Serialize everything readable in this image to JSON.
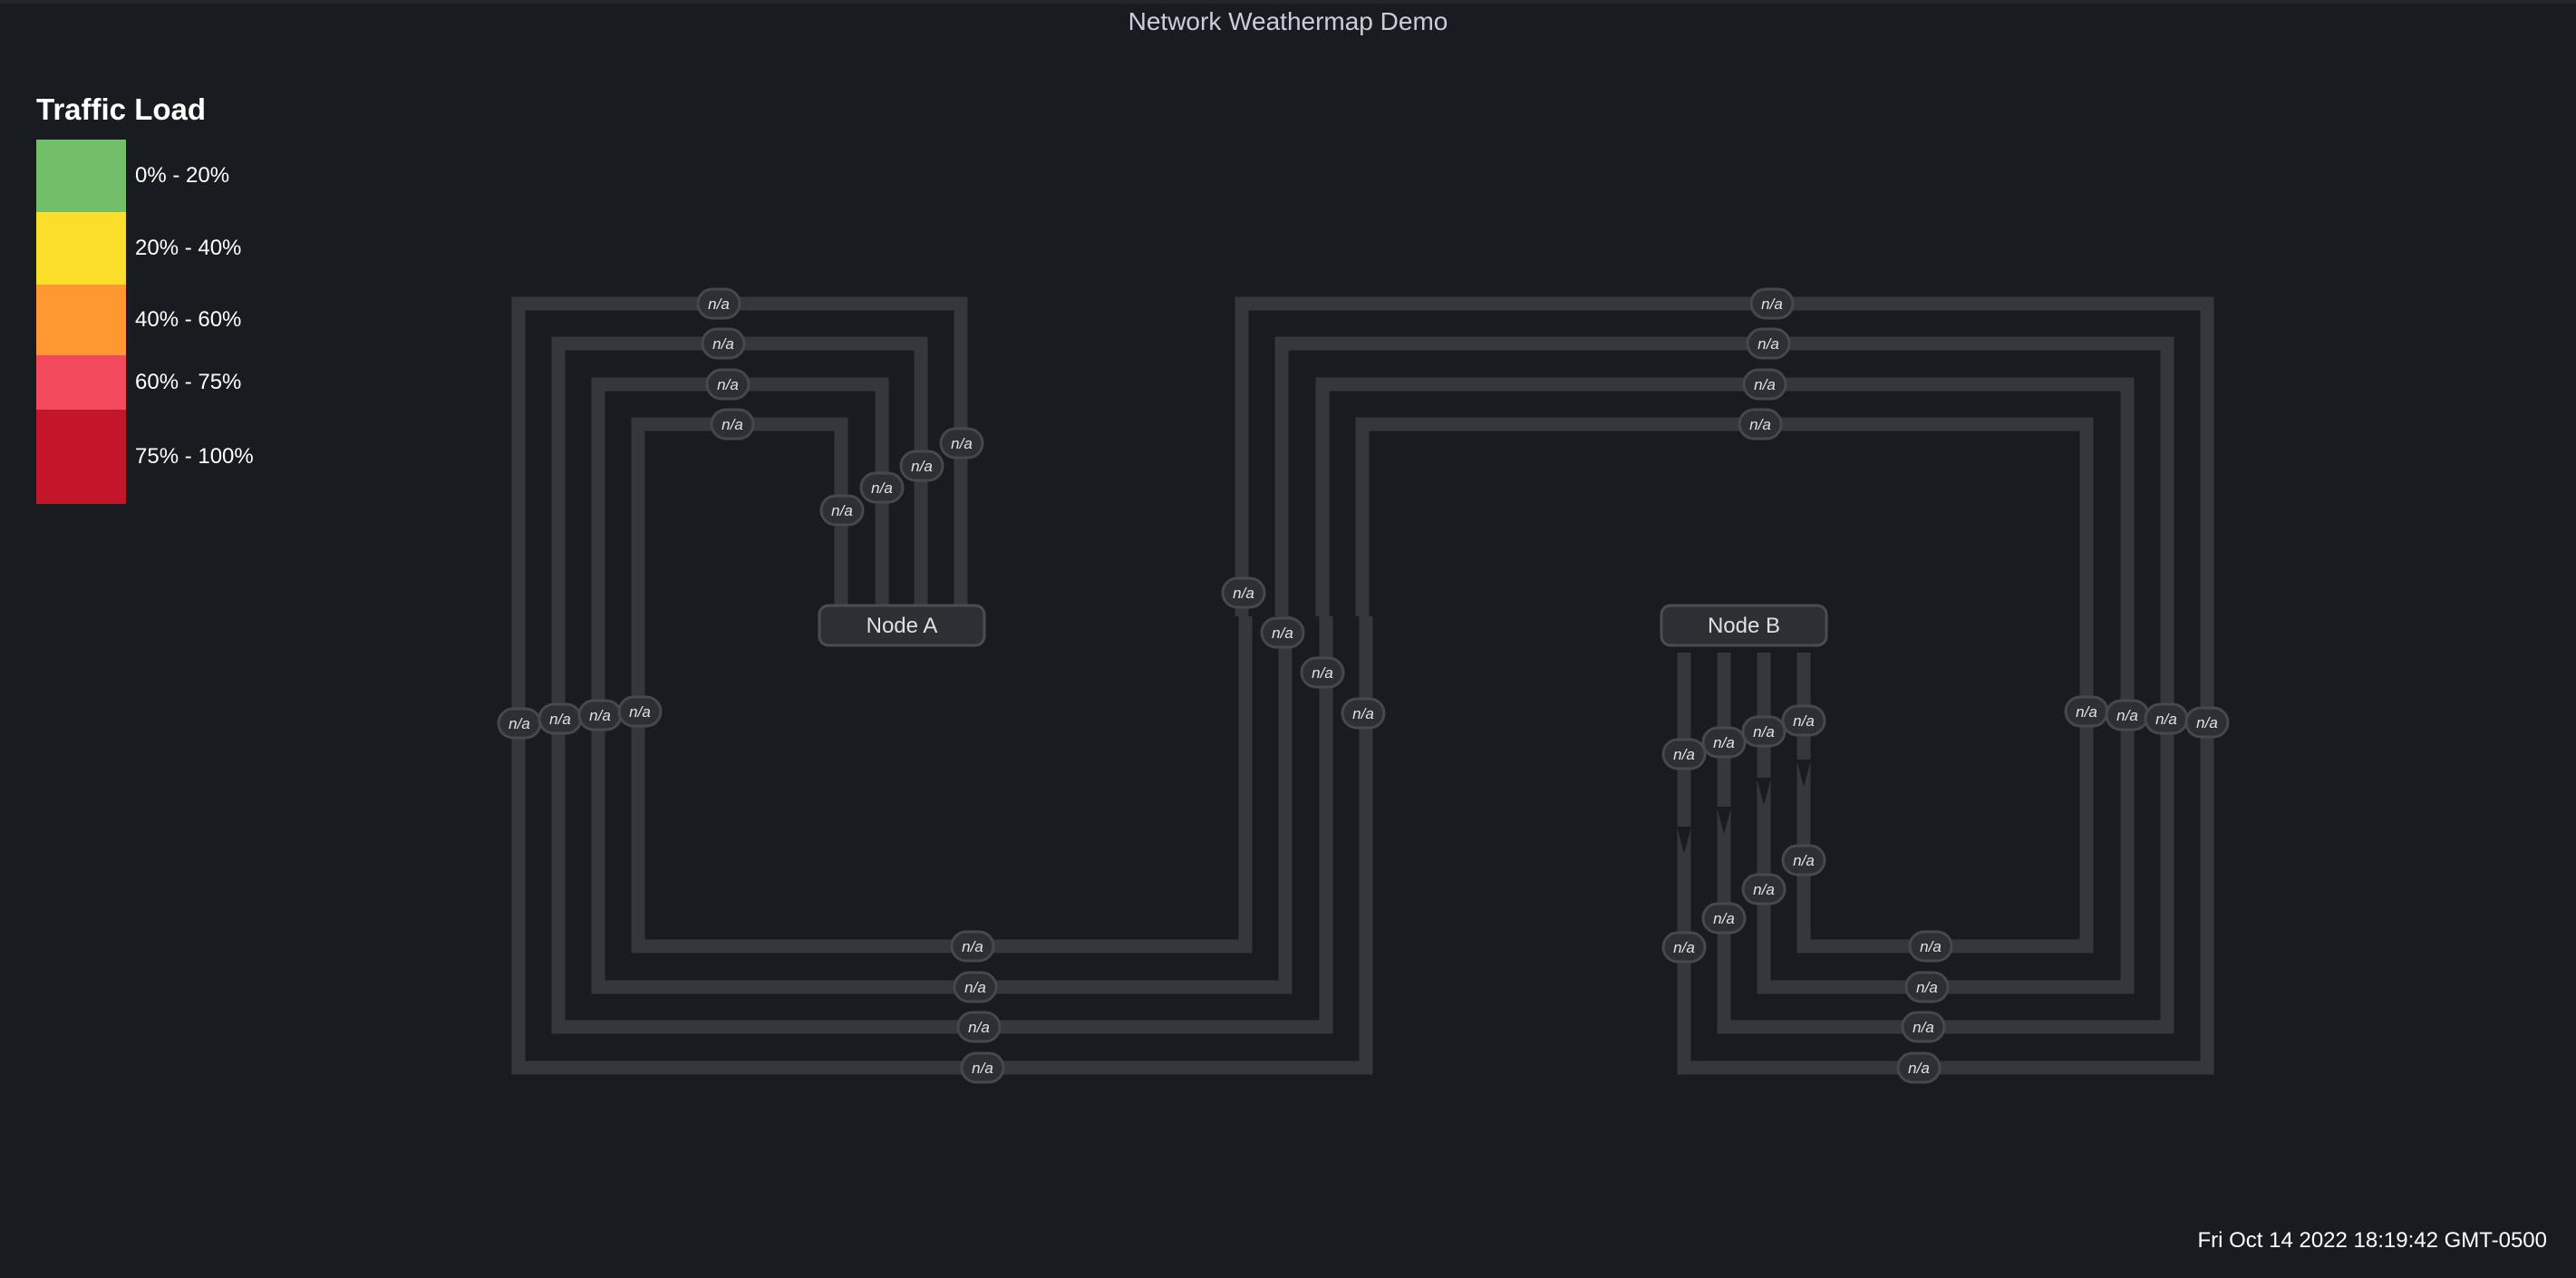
{
  "panel": {
    "title": "Network Weathermap Demo",
    "timestamp": "Fri Oct 14 2022 18:19:42 GMT-0500"
  },
  "legend": {
    "title": "Traffic Load",
    "items": [
      {
        "label": "0% - 20%",
        "color": "#73bf69"
      },
      {
        "label": "20% - 40%",
        "color": "#fade2a"
      },
      {
        "label": "40% - 60%",
        "color": "#ff9830"
      },
      {
        "label": "60% - 75%",
        "color": "#f2495c"
      },
      {
        "label": "75% - 100%",
        "color": "#c4162a"
      }
    ]
  },
  "nodes": [
    {
      "label": "Node A"
    },
    {
      "label": "Node B"
    }
  ],
  "link_label_text": "n/a",
  "colors": {
    "background": "#181b1f",
    "link": "#35373c",
    "label_bg": "#2d2f34"
  }
}
